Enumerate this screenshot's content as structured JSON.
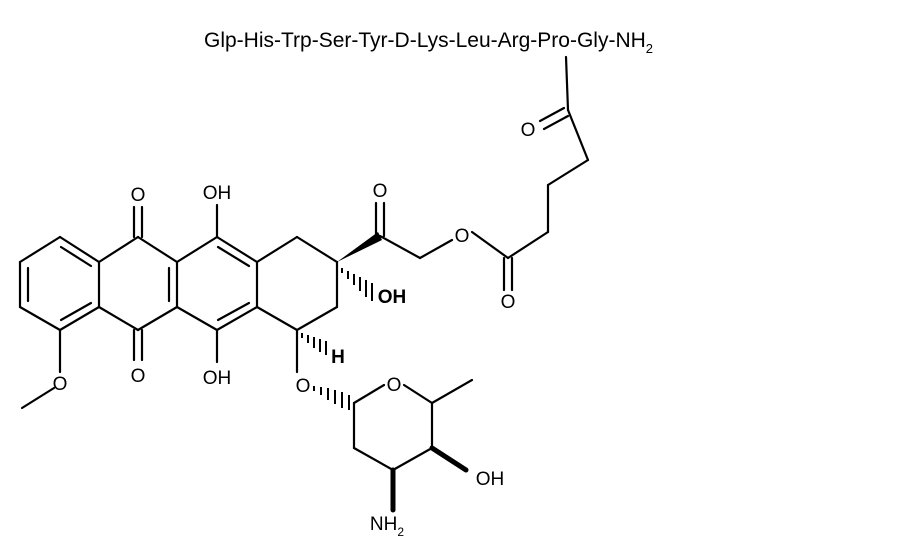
{
  "peptide": {
    "chain": "Glp-His-Trp-Ser-Tyr-D-Lys-Leu-Arg-Pro-Gly-NH",
    "nh2_subscript": "2"
  },
  "atoms": {
    "O_quinone_top": "O",
    "O_quinone_bottom": "O",
    "OH_top": "OH",
    "OH_bottom": "OH",
    "O_ketone_side": "O",
    "O_ester_link": "O",
    "O_ester_carbonyl": "O",
    "O_linker_ketone": "O",
    "OH_tertiary": "OH",
    "H_stereo": "H",
    "O_glycosidic": "O",
    "O_methoxy": "O",
    "O_ring": "O",
    "OH_sugar": "OH",
    "NH_amine": "NH",
    "NH2_subscript": "2"
  }
}
